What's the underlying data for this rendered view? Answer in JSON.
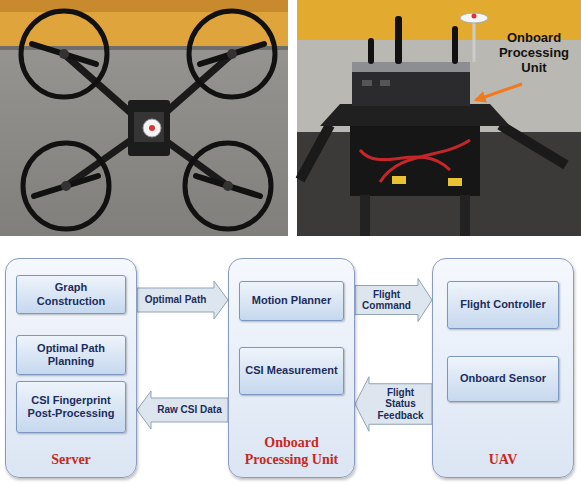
{
  "diagram": {
    "nodes": [
      {
        "text": [
          "Server"
        ]
      },
      {
        "text": [
          "Graph Construction"
        ],
        "in": 0
      },
      {
        "text": [
          "Optimal Path Planning"
        ],
        "in": 0
      },
      {
        "text": [
          "CSI Fingerprint Post-Processing"
        ],
        "in": 0
      },
      {
        "text": [
          "Onboard Processing Unit"
        ]
      },
      {
        "text": [
          "Motion Planner"
        ],
        "in": 4
      },
      {
        "text": [
          "CSI Measurement"
        ],
        "in": 4
      },
      {
        "text": [
          "UAV"
        ]
      },
      {
        "text": [
          "Flight Controller"
        ],
        "in": 7
      },
      {
        "text": [
          "Onboard Sensor"
        ],
        "in": 7
      }
    ],
    "edges": [
      {
        "from": 1,
        "to": 2,
        "arrow": "to"
      },
      {
        "from": 0,
        "to": 4,
        "label": "Optimal Path",
        "arrow": "to"
      },
      {
        "from": 4,
        "to": 0,
        "label": "Raw CSI Data",
        "arrow": "to"
      },
      {
        "from": 4,
        "to": 7,
        "label": "Flight Command",
        "arrow": "to"
      },
      {
        "from": 7,
        "to": 4,
        "label": "Flight Status Feedback",
        "arrow": "to"
      }
    ],
    "labels": [
      "Onboard Processing Unit"
    ]
  }
}
